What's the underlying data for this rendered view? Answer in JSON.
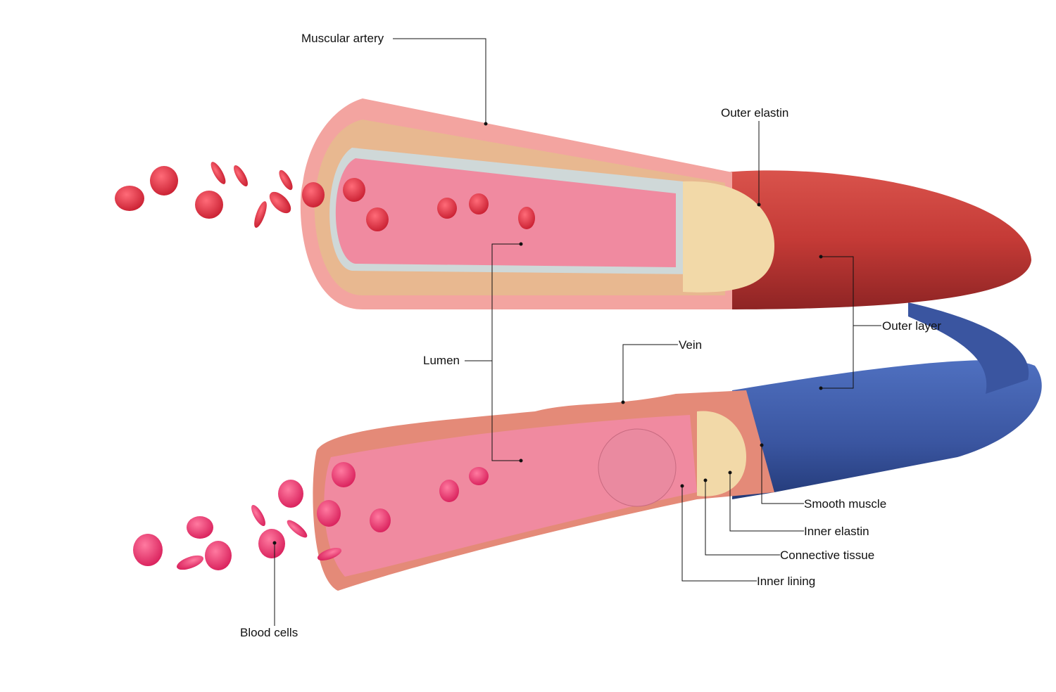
{
  "labels": {
    "muscular_artery": "Muscular artery",
    "outer_elastin": "Outer elastin",
    "outer_layer": "Outer layer",
    "vein": "Vein",
    "lumen": "Lumen",
    "smooth_muscle": "Smooth muscle",
    "inner_elastin": "Inner elastin",
    "connective_tissue": "Connective tissue",
    "inner_lining": "Inner lining",
    "blood_cells": "Blood cells"
  },
  "colors": {
    "artery": "#c8403c",
    "vein": "#3c5aa8",
    "lumen": "#f08aa0",
    "blood_cell": "#e0283a",
    "elastin": "#f2d9a8"
  }
}
